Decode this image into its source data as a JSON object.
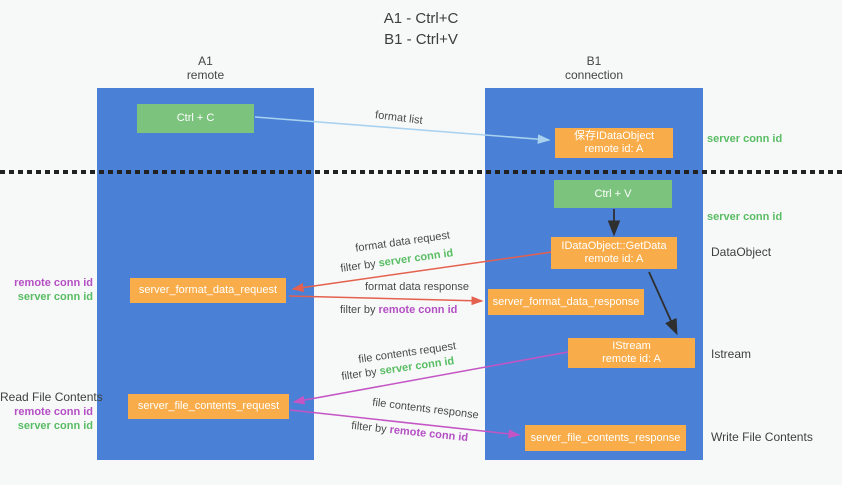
{
  "colors": {
    "column_blue": "#4a80d5",
    "box_green": "#7cc47e",
    "box_orange": "#f9ad4a",
    "arrow_light_blue": "#a8d2f0",
    "arrow_red": "#e4604f",
    "arrow_magenta": "#c455c5",
    "arrow_black": "#2f2f2f",
    "text_green": "#58bd63",
    "text_purple": "#b44fc4"
  },
  "title": {
    "line1": "A1 - Ctrl+C",
    "line2": "B1 - Ctrl+V"
  },
  "lifelines": {
    "left": {
      "name": "A1",
      "role": "remote"
    },
    "right": {
      "name": "B1",
      "role": "connection"
    }
  },
  "nodes": {
    "ctrl_c": "Ctrl + C",
    "ctrl_v": "Ctrl + V",
    "save_dataobject": {
      "line1": "保存IDataObject",
      "line2": "remote id: A"
    },
    "getdata": {
      "line1": "IDataObject::GetData",
      "line2": "remote id: A"
    },
    "istream": {
      "line1": "IStream",
      "line2": "remote id: A"
    },
    "format_request": "server_format_data_request",
    "format_response": "server_format_data_response",
    "file_request": "server_file_contents_request",
    "file_response": "server_file_contents_response"
  },
  "flow_labels": {
    "format_list": "format list",
    "format_data_request": "format data request",
    "format_data_response": "format data response",
    "file_contents_request": "file contents request",
    "file_contents_response": "file contents response",
    "filter_by": "filter by ",
    "server_conn_id": "server conn id",
    "remote_conn_id": "remote conn id"
  },
  "side_labels": {
    "server_conn_id": "server conn id",
    "remote_conn_id": "remote conn id",
    "dataobject": "DataObject",
    "istream": "Istream",
    "read_file_contents": "Read File Contents",
    "write_file_contents": "Write File Contents"
  }
}
